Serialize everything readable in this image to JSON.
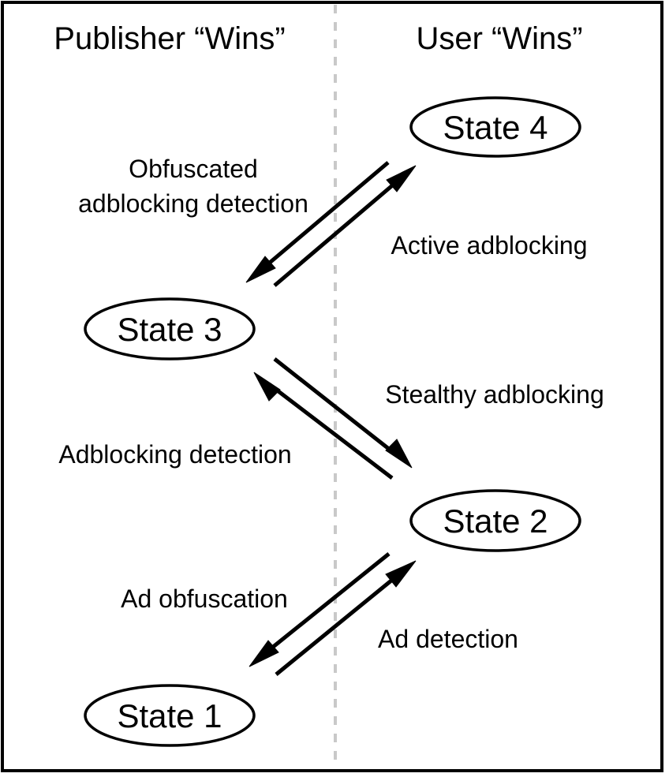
{
  "figure": {
    "type": "state-transition-diagram",
    "background_color": "#ffffff",
    "frame_color": "#000000",
    "divider_color": "#c9c9c9",
    "stroke_color": "#000000"
  },
  "columns": [
    {
      "id": "publisher",
      "label": "Publisher “Wins”"
    },
    {
      "id": "user",
      "label": "User “Wins”"
    }
  ],
  "divider": {
    "style": "dashed",
    "orientation": "vertical"
  },
  "states": [
    {
      "id": "state4",
      "label": "State 4",
      "column": "user"
    },
    {
      "id": "state3",
      "label": "State 3",
      "column": "publisher"
    },
    {
      "id": "state2",
      "label": "State 2",
      "column": "user"
    },
    {
      "id": "state1",
      "label": "State 1",
      "column": "publisher"
    }
  ],
  "transitions": [
    {
      "id": "obfuscated-adblocking-detection",
      "label_lines": [
        "Obfuscated",
        "adblocking detection"
      ],
      "from": "state4",
      "to": "state3",
      "side": "publisher"
    },
    {
      "id": "active-adblocking",
      "label_lines": [
        "Active adblocking"
      ],
      "from": "state3",
      "to": "state4",
      "side": "user"
    },
    {
      "id": "adblocking-detection",
      "label_lines": [
        "Adblocking detection"
      ],
      "from": "state2",
      "to": "state3",
      "side": "publisher"
    },
    {
      "id": "stealthy-adblocking",
      "label_lines": [
        "Stealthy adblocking"
      ],
      "from": "state3",
      "to": "state2",
      "side": "user"
    },
    {
      "id": "ad-obfuscation",
      "label_lines": [
        "Ad obfuscation"
      ],
      "from": "state2",
      "to": "state1",
      "side": "publisher"
    },
    {
      "id": "ad-detection",
      "label_lines": [
        "Ad detection"
      ],
      "from": "state1",
      "to": "state2",
      "side": "user"
    }
  ]
}
